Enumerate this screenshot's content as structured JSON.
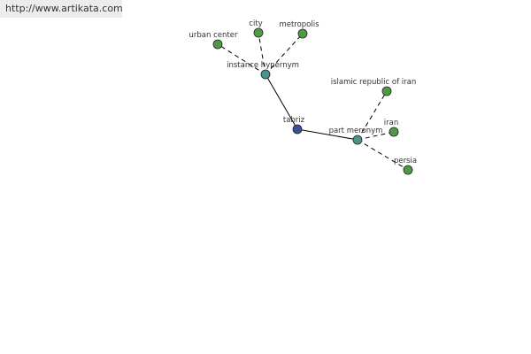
{
  "header": {
    "url": "http://www.artikata.com"
  },
  "colors": {
    "root": "#3d4e9b",
    "relation": "#4a9488",
    "leaf": "#4f9a45"
  },
  "graph": {
    "nodes": [
      {
        "id": "tabriz",
        "label": "tabriz",
        "kind": "root"
      },
      {
        "id": "instance_hypernym",
        "label": "instance hypernym",
        "kind": "relation"
      },
      {
        "id": "part_meronym",
        "label": "part meronym",
        "kind": "relation"
      },
      {
        "id": "urban_center",
        "label": "urban center",
        "kind": "leaf"
      },
      {
        "id": "city",
        "label": "city",
        "kind": "leaf"
      },
      {
        "id": "metropolis",
        "label": "metropolis",
        "kind": "leaf"
      },
      {
        "id": "islamic_republic_of_iran",
        "label": "islamic republic of iran",
        "kind": "leaf"
      },
      {
        "id": "iran",
        "label": "iran",
        "kind": "leaf"
      },
      {
        "id": "persia",
        "label": "persia",
        "kind": "leaf"
      }
    ],
    "edges": [
      {
        "from": "tabriz",
        "to": "instance_hypernym",
        "style": "solid"
      },
      {
        "from": "tabriz",
        "to": "part_meronym",
        "style": "solid"
      },
      {
        "from": "instance_hypernym",
        "to": "urban_center",
        "style": "dashed"
      },
      {
        "from": "instance_hypernym",
        "to": "city",
        "style": "dashed"
      },
      {
        "from": "instance_hypernym",
        "to": "metropolis",
        "style": "dashed"
      },
      {
        "from": "part_meronym",
        "to": "islamic_republic_of_iran",
        "style": "dashed"
      },
      {
        "from": "part_meronym",
        "to": "iran",
        "style": "dashed"
      },
      {
        "from": "part_meronym",
        "to": "persia",
        "style": "dashed"
      }
    ]
  }
}
